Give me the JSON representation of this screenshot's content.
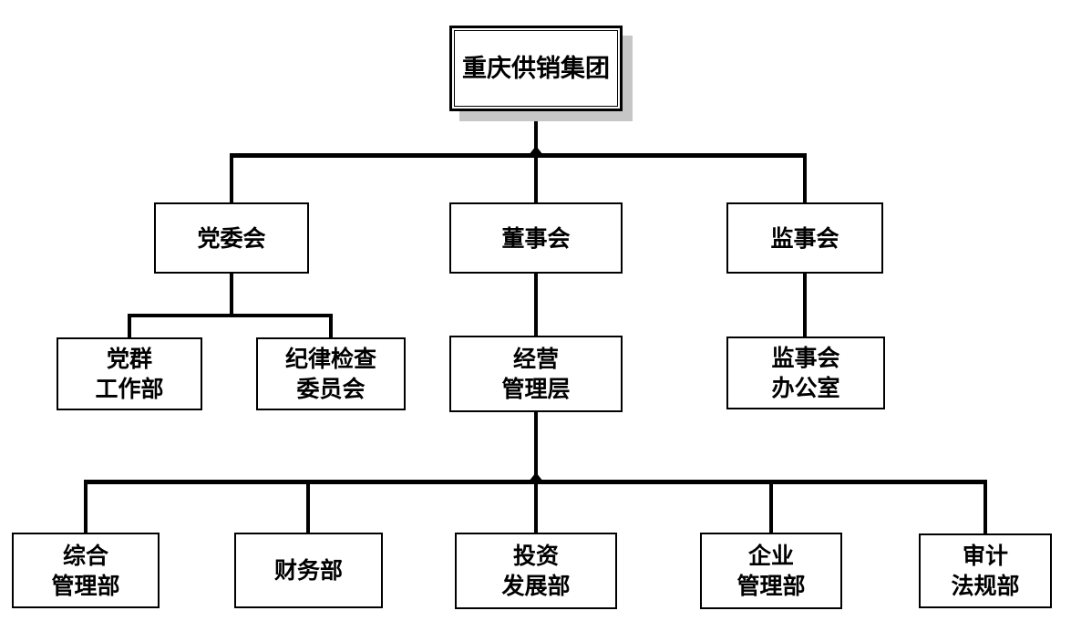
{
  "org_chart": {
    "nodes": {
      "root": {
        "line1": "重庆供销集团"
      },
      "party": {
        "line1": "党委会"
      },
      "directors": {
        "line1": "董事会"
      },
      "supervisors": {
        "line1": "监事会"
      },
      "partymass": {
        "line1": "党群",
        "line2": "工作部"
      },
      "discipline": {
        "line1": "纪律检查",
        "line2": "委员会"
      },
      "management": {
        "line1": "经营",
        "line2": "管理层"
      },
      "supoffice": {
        "line1": "监事会",
        "line2": "办公室"
      },
      "general": {
        "line1": "综合",
        "line2": "管理部"
      },
      "finance": {
        "line1": "财务部"
      },
      "investment": {
        "line1": "投资",
        "line2": "发展部"
      },
      "enterprise": {
        "line1": "企业",
        "line2": "管理部"
      },
      "audit": {
        "line1": "审计",
        "line2": "法规部"
      }
    },
    "colors": {
      "line": "#000000",
      "box_border": "#000000",
      "box_background": "#ffffff",
      "root_shadow": "#c6c6c6",
      "page_background": "#ffffff"
    }
  }
}
